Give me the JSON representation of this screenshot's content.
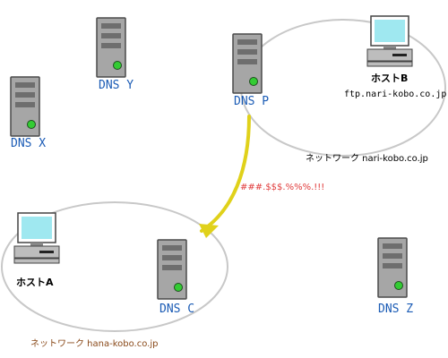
{
  "labels": {
    "dns_x": "DNS X",
    "dns_y": "DNS Y",
    "dns_p": "DNS P",
    "dns_c": "DNS C",
    "dns_z": "DNS Z",
    "host_b": "ホストB",
    "host_b_fqdn": "ftp.nari-kobo.co.jp",
    "network_b": "ネットワーク nari-kobo.co.jp",
    "host_a": "ホストA",
    "network_a": "ネットワーク hana-kobo.co.jp",
    "arrow_text": "###.$$$.%%%.!!!"
  },
  "colors": {
    "dns_label": "#1a5bb5",
    "arrow": "#e0d11a",
    "arrow_text": "#e03a3a",
    "network_outline": "#c8c8c8",
    "server_body": "#a8a8a8",
    "server_led": "#33cc33",
    "monitor_screen": "#9fe8f0"
  },
  "icons": {
    "server": "server-icon",
    "computer": "computer-icon",
    "arrow": "curved-arrow"
  }
}
